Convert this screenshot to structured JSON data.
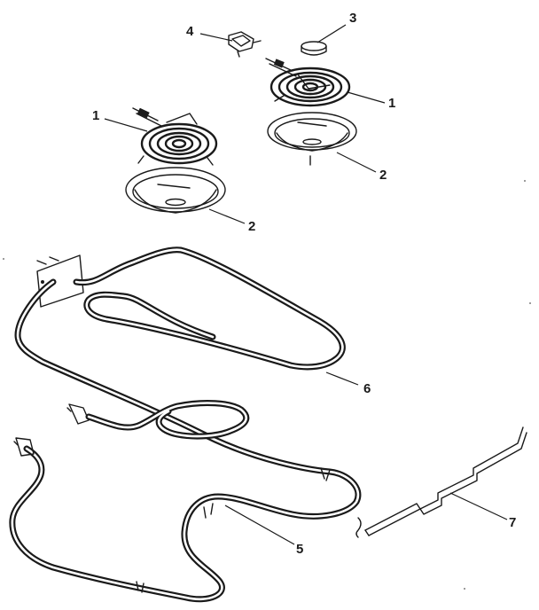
{
  "callouts": [
    {
      "id": "surface-element-right",
      "label": "1"
    },
    {
      "id": "surface-element-left",
      "label": "1"
    },
    {
      "id": "drip-bowl-right",
      "label": "2"
    },
    {
      "id": "drip-bowl-left",
      "label": "2"
    },
    {
      "id": "knob-cap",
      "label": "3"
    },
    {
      "id": "terminal-block",
      "label": "4"
    },
    {
      "id": "bake-element",
      "label": "5"
    },
    {
      "id": "broil-element",
      "label": "6"
    },
    {
      "id": "support-bracket",
      "label": "7"
    }
  ]
}
